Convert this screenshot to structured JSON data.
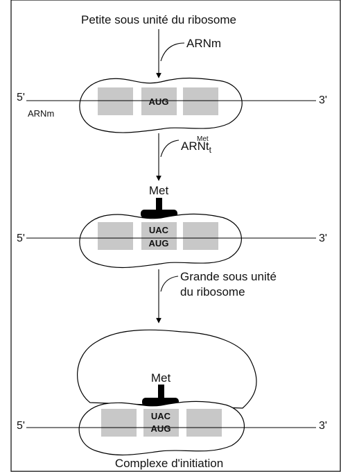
{
  "labels": {
    "title": "Petite sous unité du ribosome",
    "arnm_arrow": "ARNm",
    "arnm_strand": "ARNm",
    "arnt": "ARNt",
    "arnt_sub": "t",
    "arnt_sup": "Met",
    "grande_line1": "Grande sous unité",
    "grande_line2": "du ribosome",
    "complexe": "Complexe d'initiation"
  },
  "ends": {
    "five": "5'",
    "three": "3'"
  },
  "codons": {
    "start": "AUG",
    "anticodon": "UAC"
  },
  "amino_acid": "Met"
}
